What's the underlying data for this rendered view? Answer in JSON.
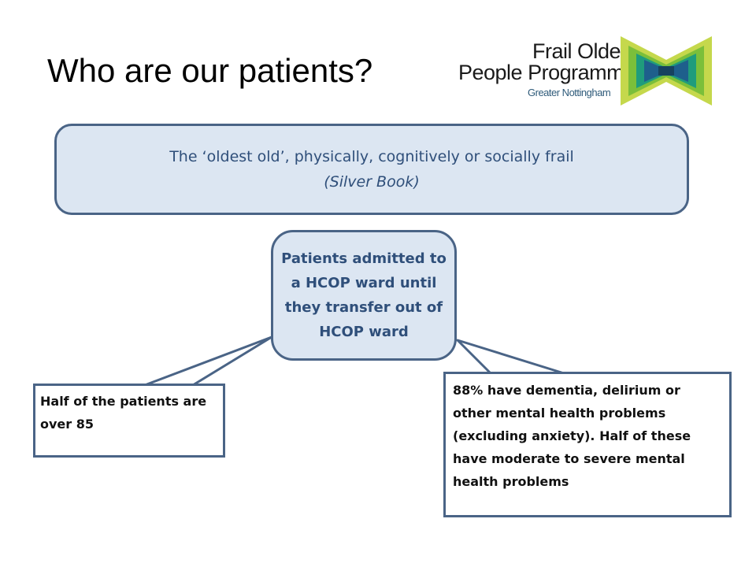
{
  "title": "Who are our patients?",
  "logo": {
    "line1": "Frail Older",
    "line2": "People Programme",
    "line3": "Greater Nottingham"
  },
  "top_box": {
    "line1": "The ‘oldest old’, physically, cognitively or socially frail",
    "line2": "(Silver Book)"
  },
  "center_box": {
    "text": "Patients admitted to a HCOP ward until they transfer out of HCOP ward"
  },
  "callouts": {
    "left": "Half of the patients are over 85",
    "right": "88% have dementia, delirium or other mental health problems (excluding anxiety). Half of these have moderate to severe mental health problems"
  },
  "colors": {
    "box_fill": "#dce6f2",
    "box_border": "#4a6486",
    "box_text": "#2f4f7a",
    "logo_green_light": "#c5d84c",
    "logo_green": "#7bbf3a",
    "logo_teal": "#1f9c7c",
    "logo_blue": "#1e5f8c"
  },
  "chart_data": {
    "type": "diagram",
    "title": "Who are our patients?",
    "nodes": [
      {
        "id": "definition",
        "text": "The ‘oldest old’, physically, cognitively or socially frail (Silver Book)"
      },
      {
        "id": "cohort",
        "text": "Patients admitted to a HCOP ward until they transfer out of HCOP ward"
      },
      {
        "id": "age",
        "text": "Half of the patients are over 85"
      },
      {
        "id": "mental_health",
        "text": "88% have dementia, delirium or other mental health problems (excluding anxiety). Half of these have moderate to severe mental health problems"
      }
    ],
    "edges": [
      {
        "from": "cohort",
        "to": "age"
      },
      {
        "from": "cohort",
        "to": "mental_health"
      }
    ],
    "stats": {
      "share_over_85": 0.5,
      "share_mental_health_problems": 0.88,
      "share_moderate_to_severe_of_those": 0.5
    }
  }
}
